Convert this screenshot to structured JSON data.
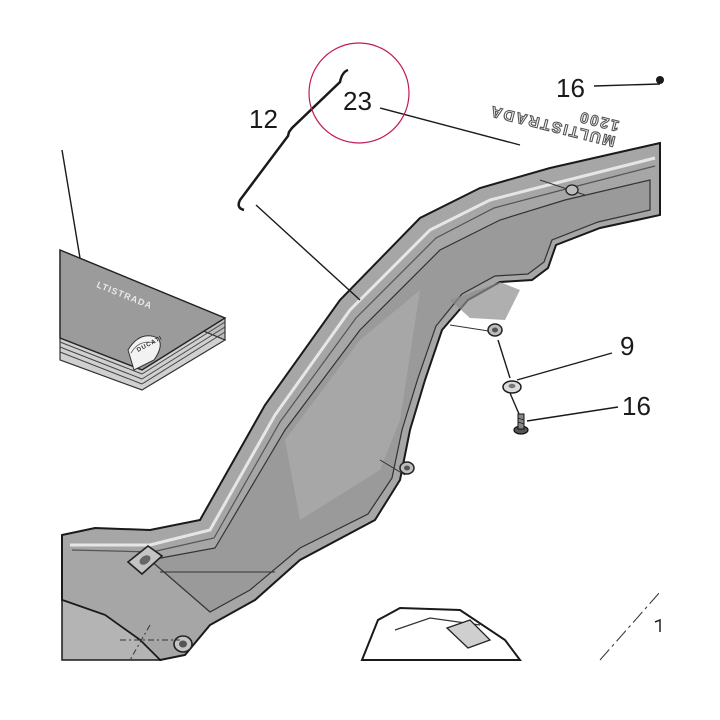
{
  "callouts": {
    "c12": "12",
    "c23": "23",
    "c16_top": "16",
    "c9": "9",
    "c16_bottom": "16"
  },
  "decal": {
    "line1": "MULTISTRADA",
    "line2": "1200"
  },
  "manual": {
    "cover_text": "LTISTRADA",
    "logo_text": "DUCATI"
  },
  "colors": {
    "part_fill": "#a7a7a7",
    "part_shade": "#8f8f8f",
    "highlight_circle": "#c2185b",
    "line": "#1a1a1a"
  }
}
